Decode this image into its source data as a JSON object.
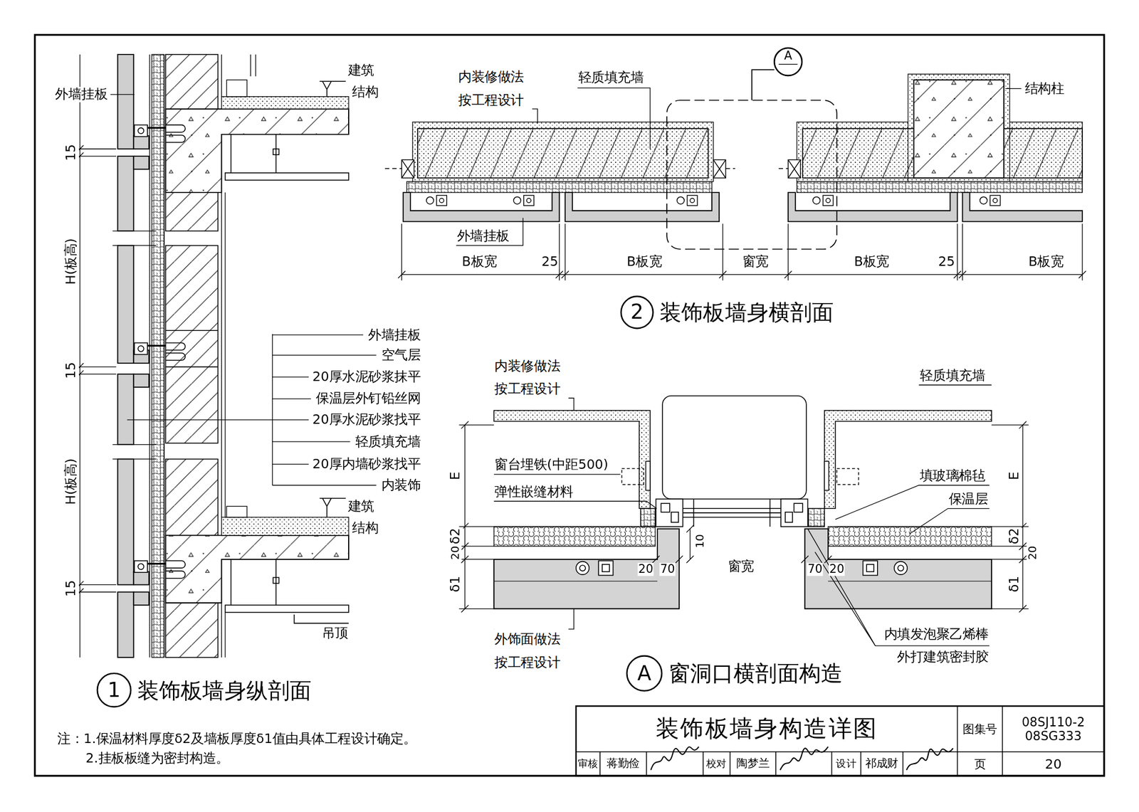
{
  "diagram": {
    "title": "装饰板墙身构造详图",
    "nodes": [
      {
        "text": [
          "1",
          "装饰板墙身纵剖面"
        ]
      },
      {
        "text": [
          "2",
          "装饰板墙身横剖面"
        ]
      },
      {
        "text": [
          "A"
        ]
      },
      {
        "text": [
          "A",
          "窗洞口横剖面构造"
        ]
      },
      {
        "text": [
          "图集号"
        ]
      },
      {
        "text": [
          "08SJ110-2 08SG333"
        ]
      },
      {
        "text": [
          "审核"
        ]
      },
      {
        "text": [
          "蒋勤俭"
        ]
      },
      {
        "text": [
          "校对"
        ]
      },
      {
        "text": [
          "陶梦兰"
        ]
      },
      {
        "text": [
          "设计"
        ]
      },
      {
        "text": [
          "祁成财"
        ]
      },
      {
        "text": [
          "页"
        ]
      },
      {
        "text": [
          "20"
        ]
      }
    ],
    "labels": [
      "外墙挂板",
      "建筑",
      "结构",
      "15",
      "H(板高)",
      "15",
      "H(板高)",
      "15",
      "外墙挂板",
      "空气层",
      "20厚水泥砂浆抹平",
      "保温层外钉铅丝网",
      "20厚水泥砂浆找平",
      "轻质填充墙",
      "20厚内墙砂浆找平",
      "内装饰",
      "建筑",
      "结构",
      "吊顶",
      "内装修做法 按工程设计",
      "轻质填充墙",
      "结构柱",
      "外墙挂板",
      "B板宽",
      "25",
      "B板宽",
      "窗宽",
      "B板宽",
      "25",
      "B板宽",
      "内装修做法 按工程设计",
      "轻质填充墙",
      "窗台埋铁(中距500)",
      "弹性嵌缝材料",
      "填玻璃棉毡",
      "保温层",
      "E",
      "δ2",
      "20",
      "δ1",
      "E",
      "δ2",
      "20",
      "δ1",
      "10",
      "20",
      "70",
      "窗宽",
      "70",
      "20",
      "外饰面做法 按工程设计",
      "内填发泡聚乙烯棒",
      "外打建筑密封胶",
      "注：1.保温材料厚度δ2及墙板厚度δ1值由具体工程设计确定。",
      "2.挂板板缝为密封构造。"
    ]
  }
}
